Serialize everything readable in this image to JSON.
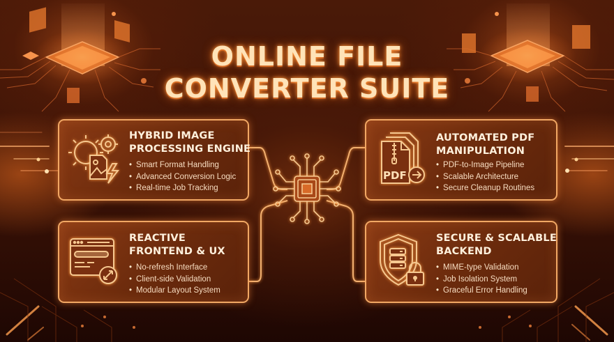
{
  "title": {
    "line1": "ONLINE FILE",
    "line2": "CONVERTER SUITE"
  },
  "cards": [
    {
      "heading_line1": "HYBRID IMAGE",
      "heading_line2": "PROCESSING ENGINE",
      "icon": "gears-image-lightning-icon",
      "bullets": [
        "Smart Format Handling",
        "Advanced Conversion Logic",
        "Real-time Job Tracking"
      ]
    },
    {
      "heading_line1": "AUTOMATED PDF",
      "heading_line2": "MANIPULATION",
      "icon": "pdf-zip-arrow-icon",
      "icon_label": "PDF",
      "bullets": [
        "PDF-to-Image Pipeline",
        "Scalable Architecture",
        "Secure Cleanup Routines"
      ]
    },
    {
      "heading_line1": "REACTIVE",
      "heading_line2": "FRONTEND & UX",
      "icon": "browser-window-resize-icon",
      "bullets": [
        "No-refresh Interface",
        "Client-side Validation",
        "Modular Layout System"
      ]
    },
    {
      "heading_line1": "SECURE & SCALABLE",
      "heading_line2": "BACKEND",
      "icon": "shield-server-lock-icon",
      "bullets": [
        "MIME-type Validation",
        "Job Isolation System",
        "Graceful Error Handling"
      ]
    }
  ],
  "hub": {
    "icon": "cpu-chip-icon"
  },
  "colors": {
    "accent": "#f2a864",
    "title": "#ffe3b8",
    "background": "#3a1206",
    "card": "#6a2a0c"
  }
}
